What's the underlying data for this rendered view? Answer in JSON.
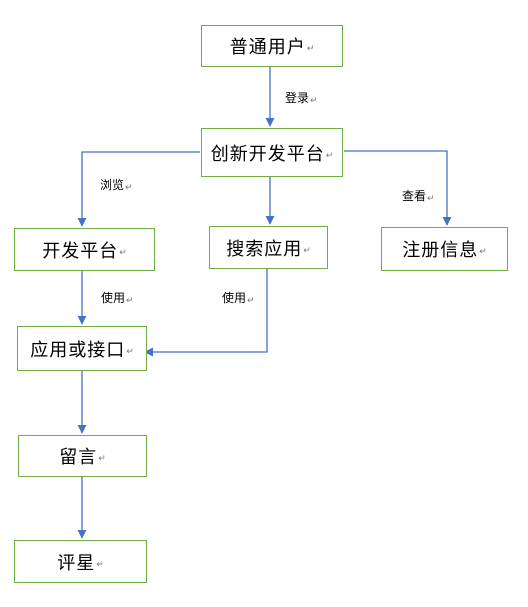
{
  "nodes": {
    "user": "普通用户",
    "platform": "创新开发平台",
    "dev_platform": "开发平台",
    "search_app": "搜索应用",
    "register_info": "注册信息",
    "app_or_api": "应用或接口",
    "comment": "留言",
    "rating": "评星"
  },
  "edges": {
    "login": "登录",
    "browse": "浏览",
    "view": "查看",
    "use_left": "使用",
    "use_right": "使用"
  },
  "return_mark": "↵",
  "colors": {
    "border": "#70ad47",
    "arrow": "#4472c4"
  }
}
